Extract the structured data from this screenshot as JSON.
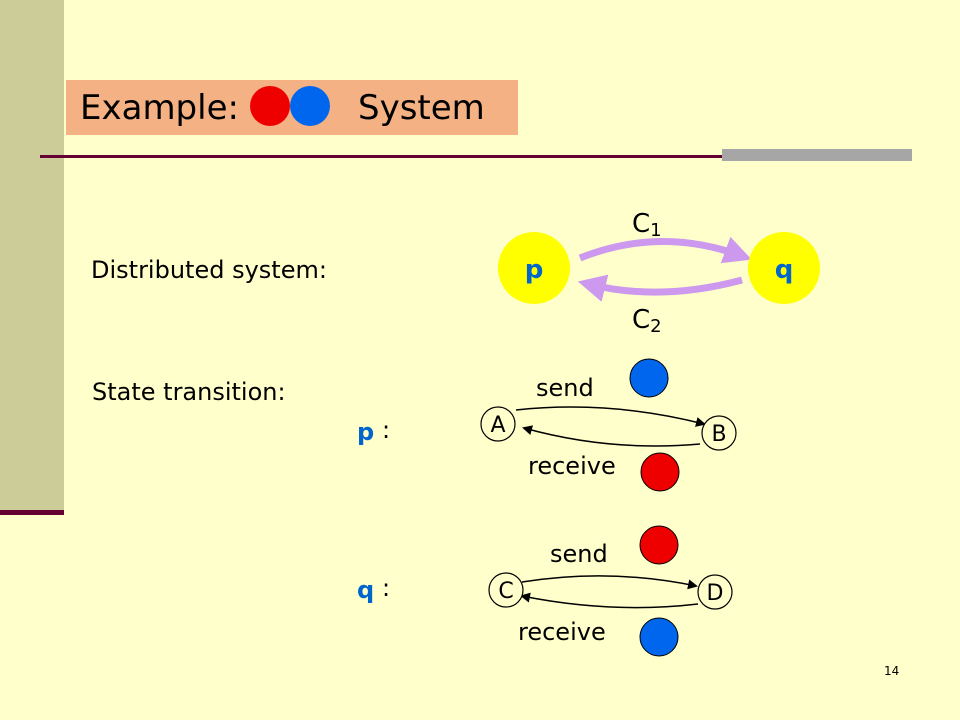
{
  "slide": {
    "title": {
      "part1": "Example:",
      "part2": "System"
    },
    "page_number": "14"
  },
  "colors": {
    "background": "#ffffcc",
    "left_band": "#cccc99",
    "rule": "#660033",
    "title_box": "#f4b183",
    "red_message": "#ee0000",
    "blue_message": "#0066ee",
    "process_node": "#ffff00",
    "channel_arrow": "#cc99ee",
    "process_label": "#0066cc"
  },
  "distributed_system": {
    "label": "Distributed system:",
    "process_p": "p",
    "process_q": "q",
    "channel1": {
      "letter": "C",
      "subscript": "1"
    },
    "channel2": {
      "letter": "C",
      "subscript": "2"
    }
  },
  "state_transition": {
    "label": "State transition:",
    "p": {
      "process_name": "p",
      "colon": ":",
      "state_from": "A",
      "state_to": "B",
      "send_label": "send",
      "receive_label": "receive"
    },
    "q": {
      "process_name": "q",
      "colon": ":",
      "state_from": "C",
      "state_to": "D",
      "send_label": "send",
      "receive_label": "receive"
    }
  }
}
